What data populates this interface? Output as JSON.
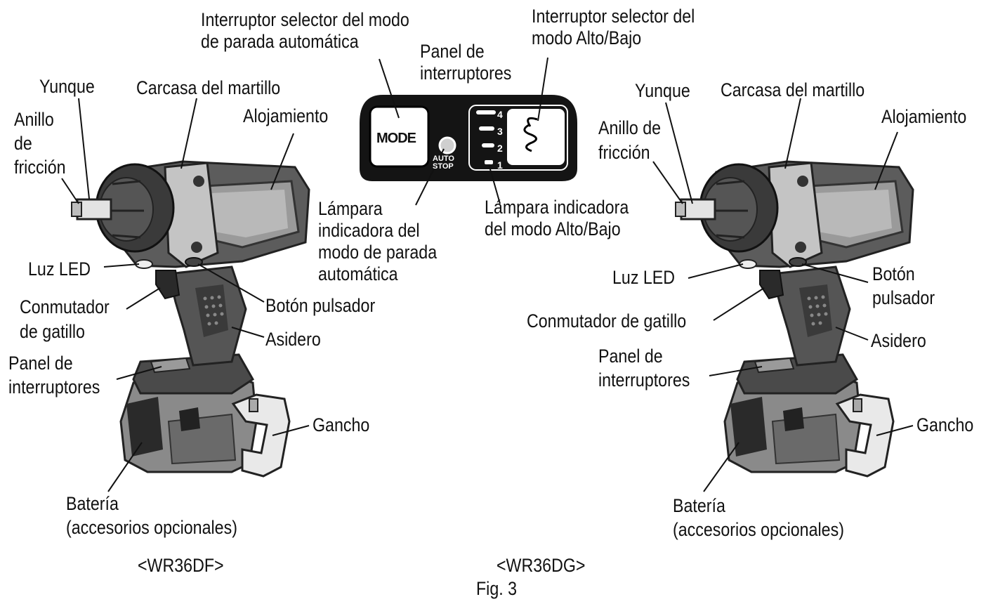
{
  "callouts": {
    "mode_selector": "Interruptor selector del modo\nde parada automática",
    "highlow_selector": "Interruptor selector del\nmodo Alto/Bajo",
    "switch_panel_top": "Panel de\ninterruptores",
    "auto_stop_lamp": "Lámpara\nindicadora del\nmodo de parada\nautomática",
    "highlow_lamp": "Lámpara indicadora\ndel modo Alto/Bajo"
  },
  "left_tool": {
    "yunque": "Yunque",
    "carcasa": "Carcasa del martillo",
    "anillo": "Anillo\nde\nfricción",
    "alojamiento": "Alojamiento",
    "luz_led": "Luz LED",
    "conmutador": "Conmutador\nde gatillo",
    "boton": "Botón pulsador",
    "asidero": "Asidero",
    "panel": "Panel de\ninterruptores",
    "gancho": "Gancho",
    "bateria": "Batería\n(accesorios opcionales)",
    "model": "<WR36DF>"
  },
  "right_tool": {
    "yunque": "Yunque",
    "carcasa": "Carcasa del martillo",
    "anillo": "Anillo de\nfricción",
    "alojamiento": "Alojamiento",
    "luz_led": "Luz LED",
    "conmutador": "Conmutador de gatillo",
    "boton": "Botón\npulsador",
    "asidero": "Asidero",
    "panel": "Panel de\ninterruptores",
    "gancho": "Gancho",
    "bateria": "Batería\n(accesorios opcionales)",
    "model": "<WR36DG>"
  },
  "panel": {
    "mode_label": "MODE",
    "auto_stop": "AUTO\nSTOP",
    "levels": [
      "4",
      "3",
      "2",
      "1"
    ]
  },
  "figure_caption": "Fig. 3",
  "colors": {
    "ink": "#111111",
    "tool_dark": "#2b2b2b",
    "tool_mid": "#7a7a7a",
    "tool_light": "#bdbdbd"
  }
}
